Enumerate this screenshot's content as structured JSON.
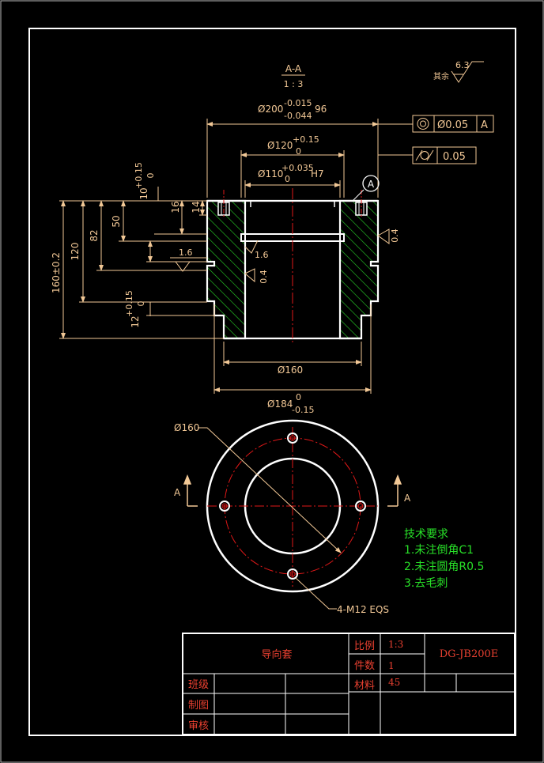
{
  "colors": {
    "background": "#000000",
    "outline": "#ffffff",
    "dimension": "#f2c896",
    "hatch": "#28d228",
    "centerline": "#e01818",
    "red_text": "#e84030",
    "note_text": "#28e028",
    "frame": "#ffffff"
  },
  "section": {
    "name": "A-A",
    "scale": "1 : 3"
  },
  "roughness": {
    "label": "其余",
    "value": "6.3",
    "inner_bore": "1.6",
    "inner_wall": "0.4",
    "outer_wall": "0.4",
    "step": "1.6"
  },
  "tolerance_frames": [
    {
      "symbol": "concentricity-icon",
      "value": "Ø0.05",
      "datum": "A"
    },
    {
      "symbol": "cylindricity-icon",
      "value": "0.05"
    }
  ],
  "datum_label": "A",
  "dimensions": {
    "d200_base": "Ø200",
    "d200_upper": "-0.015",
    "d200_lower": "-0.044",
    "d200_suffix": "96",
    "d120_base": "Ø120",
    "d120_upper": "+0.15",
    "d120_lower": "0",
    "d110_base": "Ø110",
    "d110_upper": "+0.035",
    "d110_lower": "0",
    "d110_fit": "H7",
    "d160_lower": "Ø160",
    "d184_base": "Ø184",
    "d184_upper": "0",
    "d184_lower": "-0.15",
    "h10_base": "10",
    "h10_upper": "+0.15",
    "h10_lower": "0",
    "h16": "16",
    "h14": "14",
    "h50": "50",
    "h82": "82",
    "h120": "120",
    "h160": "160±0.2",
    "h12_base": "12",
    "h12_upper": "+0.15",
    "h12_lower": "0"
  },
  "top_view": {
    "pcd_label": "Ø160",
    "holes_label": "4-M12 EQS",
    "section_mark_left": "A",
    "section_mark_right": "A"
  },
  "notes": {
    "title": "技术要求",
    "items": [
      "1.未注倒角C1",
      "2.未注圆角R0.5",
      "3.去毛刺"
    ]
  },
  "title_block": {
    "part_name": "导向套",
    "scale_label": "比例",
    "scale_value": "1:3",
    "count_label": "件数",
    "count_value": "1",
    "material_label": "材料",
    "material_value": "45",
    "drawing_no": "DG-JB200E",
    "class_label": "班级",
    "drawn_label": "制图",
    "checked_label": "审核"
  }
}
